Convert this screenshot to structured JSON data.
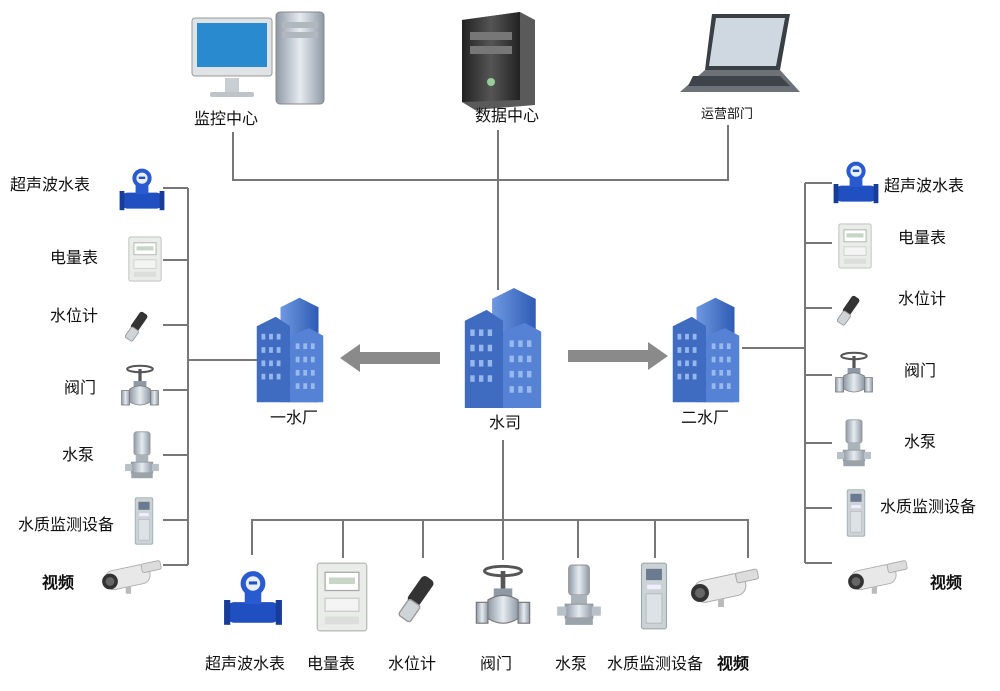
{
  "top": {
    "monitor_center": "监控中心",
    "data_center": "数据中心",
    "operations_dept": "运营部门"
  },
  "center": {
    "water_company": "水司",
    "plant_one": "一水厂",
    "plant_two": "二水厂"
  },
  "devices": {
    "ultrasonic_meter": "超声波水表",
    "power_meter": "电量表",
    "level_gauge": "水位计",
    "valve": "阀门",
    "pump": "水泵",
    "water_quality": "水质监测设备",
    "video": "视频"
  },
  "colors": {
    "line": "#777777",
    "arrow": "#8a8a8a",
    "building": "#4a78c8",
    "meter_blue": "#1f4fc0"
  }
}
